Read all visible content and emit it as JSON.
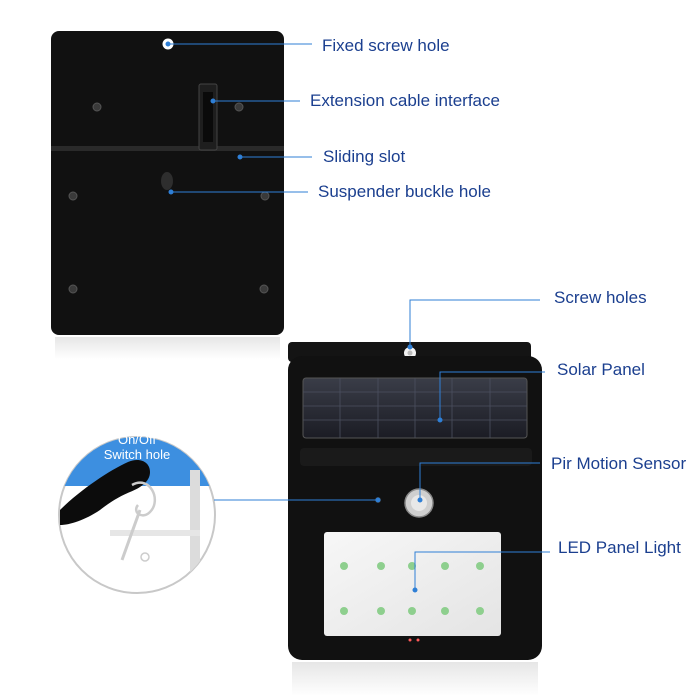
{
  "labels": {
    "fixed_screw_hole": "Fixed screw hole",
    "extension_cable_interface": "Extension cable interface",
    "sliding_slot": "Sliding slot",
    "suspender_buckle_hole": "Suspender buckle hole",
    "screw_holes": "Screw holes",
    "solar_panel": "Solar Panel",
    "pir_motion_sensor": "Pir Motion Sensor",
    "led_panel_light": "LED Panel Light"
  },
  "switch_callout": {
    "line1": "On/Off",
    "line2": "Switch hole"
  },
  "colors": {
    "label_text": "#1b3f8f",
    "leader_line": "#2f7fd6",
    "device_body": "#101010",
    "callout_blue": "#3d8fe0"
  }
}
